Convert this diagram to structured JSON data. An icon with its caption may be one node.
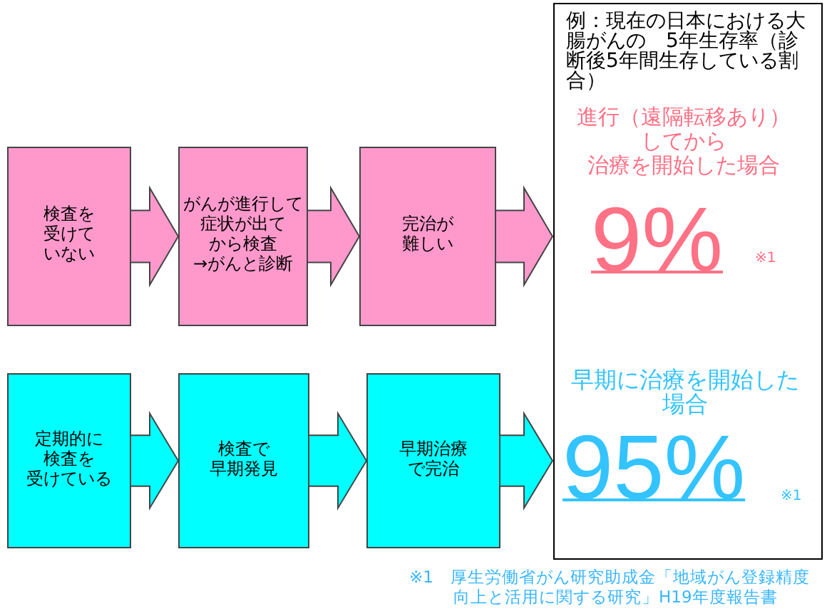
{
  "diagram": {
    "nodes": [
      {
        "text": [
          "検査を受けていない"
        ]
      },
      {
        "text": [
          "がんが進行して症状が出てから検査→がんと診断"
        ]
      },
      {
        "text": [
          "完治が難しい"
        ]
      },
      {
        "text": [
          "定期的に検査を受けている"
        ]
      },
      {
        "text": [
          "検査で早期発見"
        ]
      },
      {
        "text": [
          "早期治療で完治"
        ]
      },
      {
        "text": [
          "例：現在の日本における大腸がんの　5年生存率（診断後5年間生存している割合）"
        ]
      },
      {
        "text": [
          "進行（遠隔転移あり）してから治療を開始した場合",
          "9%"
        ],
        "in": 6,
        "beside": [
          "※1"
        ]
      },
      {
        "text": [
          "早期に治療を開始した場合",
          "95%"
        ],
        "in": 6,
        "beside": [
          "※1"
        ]
      }
    ],
    "edges": [
      {
        "from": 0,
        "to": 1,
        "arrow": "to"
      },
      {
        "from": 1,
        "to": 2,
        "arrow": "to"
      },
      {
        "from": 2,
        "to": 7,
        "arrow": "to"
      },
      {
        "from": 3,
        "to": 4,
        "arrow": "to"
      },
      {
        "from": 4,
        "to": 5,
        "arrow": "to"
      },
      {
        "from": 5,
        "to": 8,
        "arrow": "to"
      }
    ],
    "labels": [
      "※1　厚生労働省がん研究助成金「地域がん登録精度向上と活用に関する研究」H19年度報告書"
    ]
  }
}
